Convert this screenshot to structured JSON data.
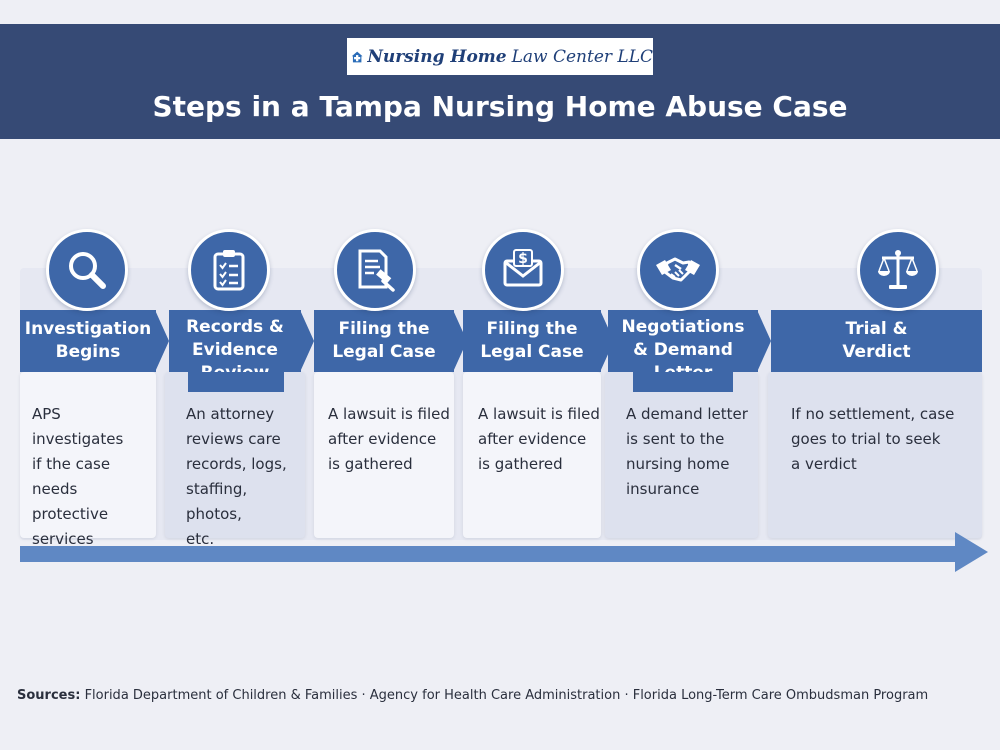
{
  "brand": {
    "name_bold": "Nursing Home",
    "name_rest": "Law Center LLC"
  },
  "title": "Steps in a Tampa Nursing Home Abuse Case",
  "steps": [
    {
      "icon": "magnifier-icon",
      "heading": "Investigation\nBegins",
      "text": "APS investigates\nif the case\nneeds protective\nservices"
    },
    {
      "icon": "clipboard-checklist-icon",
      "heading": "Records &\nEvidence\nReview",
      "text": "An attorney\nreviews care\nrecords, logs,\nstaffing, photos,\netc."
    },
    {
      "icon": "legal-document-gavel-icon",
      "heading": "Filing the\nLegal Case",
      "text": "A lawsuit is filed\nafter evidence\nis gathered"
    },
    {
      "icon": "envelope-dollar-icon",
      "heading": "Filing the\nLegal Case",
      "text": "A lawsuit is filed\nafter evidence\nis gathered"
    },
    {
      "icon": "handshake-icon",
      "heading": "Negotiations\n& Demand\nLetter",
      "text": "A demand letter\nis sent to the\nnursing home\ninsurance"
    },
    {
      "icon": "scales-of-justice-icon",
      "heading": "Trial &\nVerdict",
      "text": "If no settlement, case\ngoes to trial to seek\na verdict"
    }
  ],
  "sources": {
    "label": "Sources:",
    "text": "Florida Department of Children & Families · Agency for Health Care Administration · Florida Long-Term Care Ombudsman Program"
  }
}
